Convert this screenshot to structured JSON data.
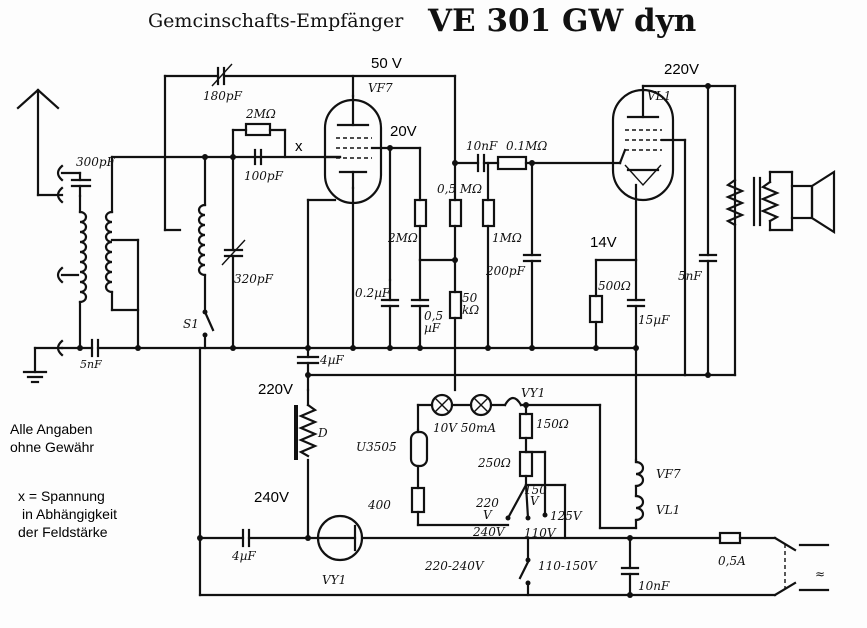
{
  "title": {
    "prefix": "Gemcinschafts-Empfänger",
    "model": "VE 301 GW dyn"
  },
  "voltages": {
    "v50": "50 V",
    "v220_top": "220V",
    "v20": "20V",
    "v14": "14V",
    "v220_left": "220V",
    "v240": "240V",
    "x_mark": "x"
  },
  "tubes": {
    "vf7": "VF7",
    "vl1": "VL1",
    "vy1_rect": "VY1",
    "vy1_heater": "VY1"
  },
  "components": {
    "c180": "180pF",
    "r2m_grid": "2MΩ",
    "c300": "300pF",
    "c100": "100pF",
    "c320": "320pF",
    "c10n": "10nF",
    "r01m": "0.1MΩ",
    "r05m": "0,5 MΩ",
    "r2m_screen": "2MΩ",
    "r1m": "1MΩ",
    "c200": "200pF",
    "c5n_right": "5nF",
    "c02": "0.2µF",
    "c05_a": "0,5",
    "c05_b": "µF",
    "r50_a": "50",
    "r50_b": "kΩ",
    "r500": "500Ω",
    "c15": "15µF",
    "s1": "S1",
    "c5n_ant": "5nF",
    "c4_top": "4µF",
    "choke_d": "D",
    "u3505": "U3505",
    "lamp": "10V  50mA",
    "r150": "150Ω",
    "r250": "250Ω",
    "r400": "400",
    "tap220_a": "220",
    "tap220_b": "V",
    "tap150_a": "150",
    "tap150_b": "V",
    "tap125": "125V",
    "tap240": "240V",
    "tap110": "110V",
    "c4_bottom": "4µF",
    "sel_hi": "220-240V",
    "sel_lo": "110-150V",
    "c10n_mains": "10nF",
    "fuse": "0,5A",
    "heater_vf7": "VF7",
    "heater_vl1": "VL1",
    "mains": "≈"
  },
  "notes": {
    "disclaimer_1": "Alle Angaben",
    "disclaimer_2": "ohne Gewähr",
    "x_legend_1": "x = Spannung",
    "x_legend_2": "in Abhängigkeit",
    "x_legend_3": "der Feldstärke"
  }
}
